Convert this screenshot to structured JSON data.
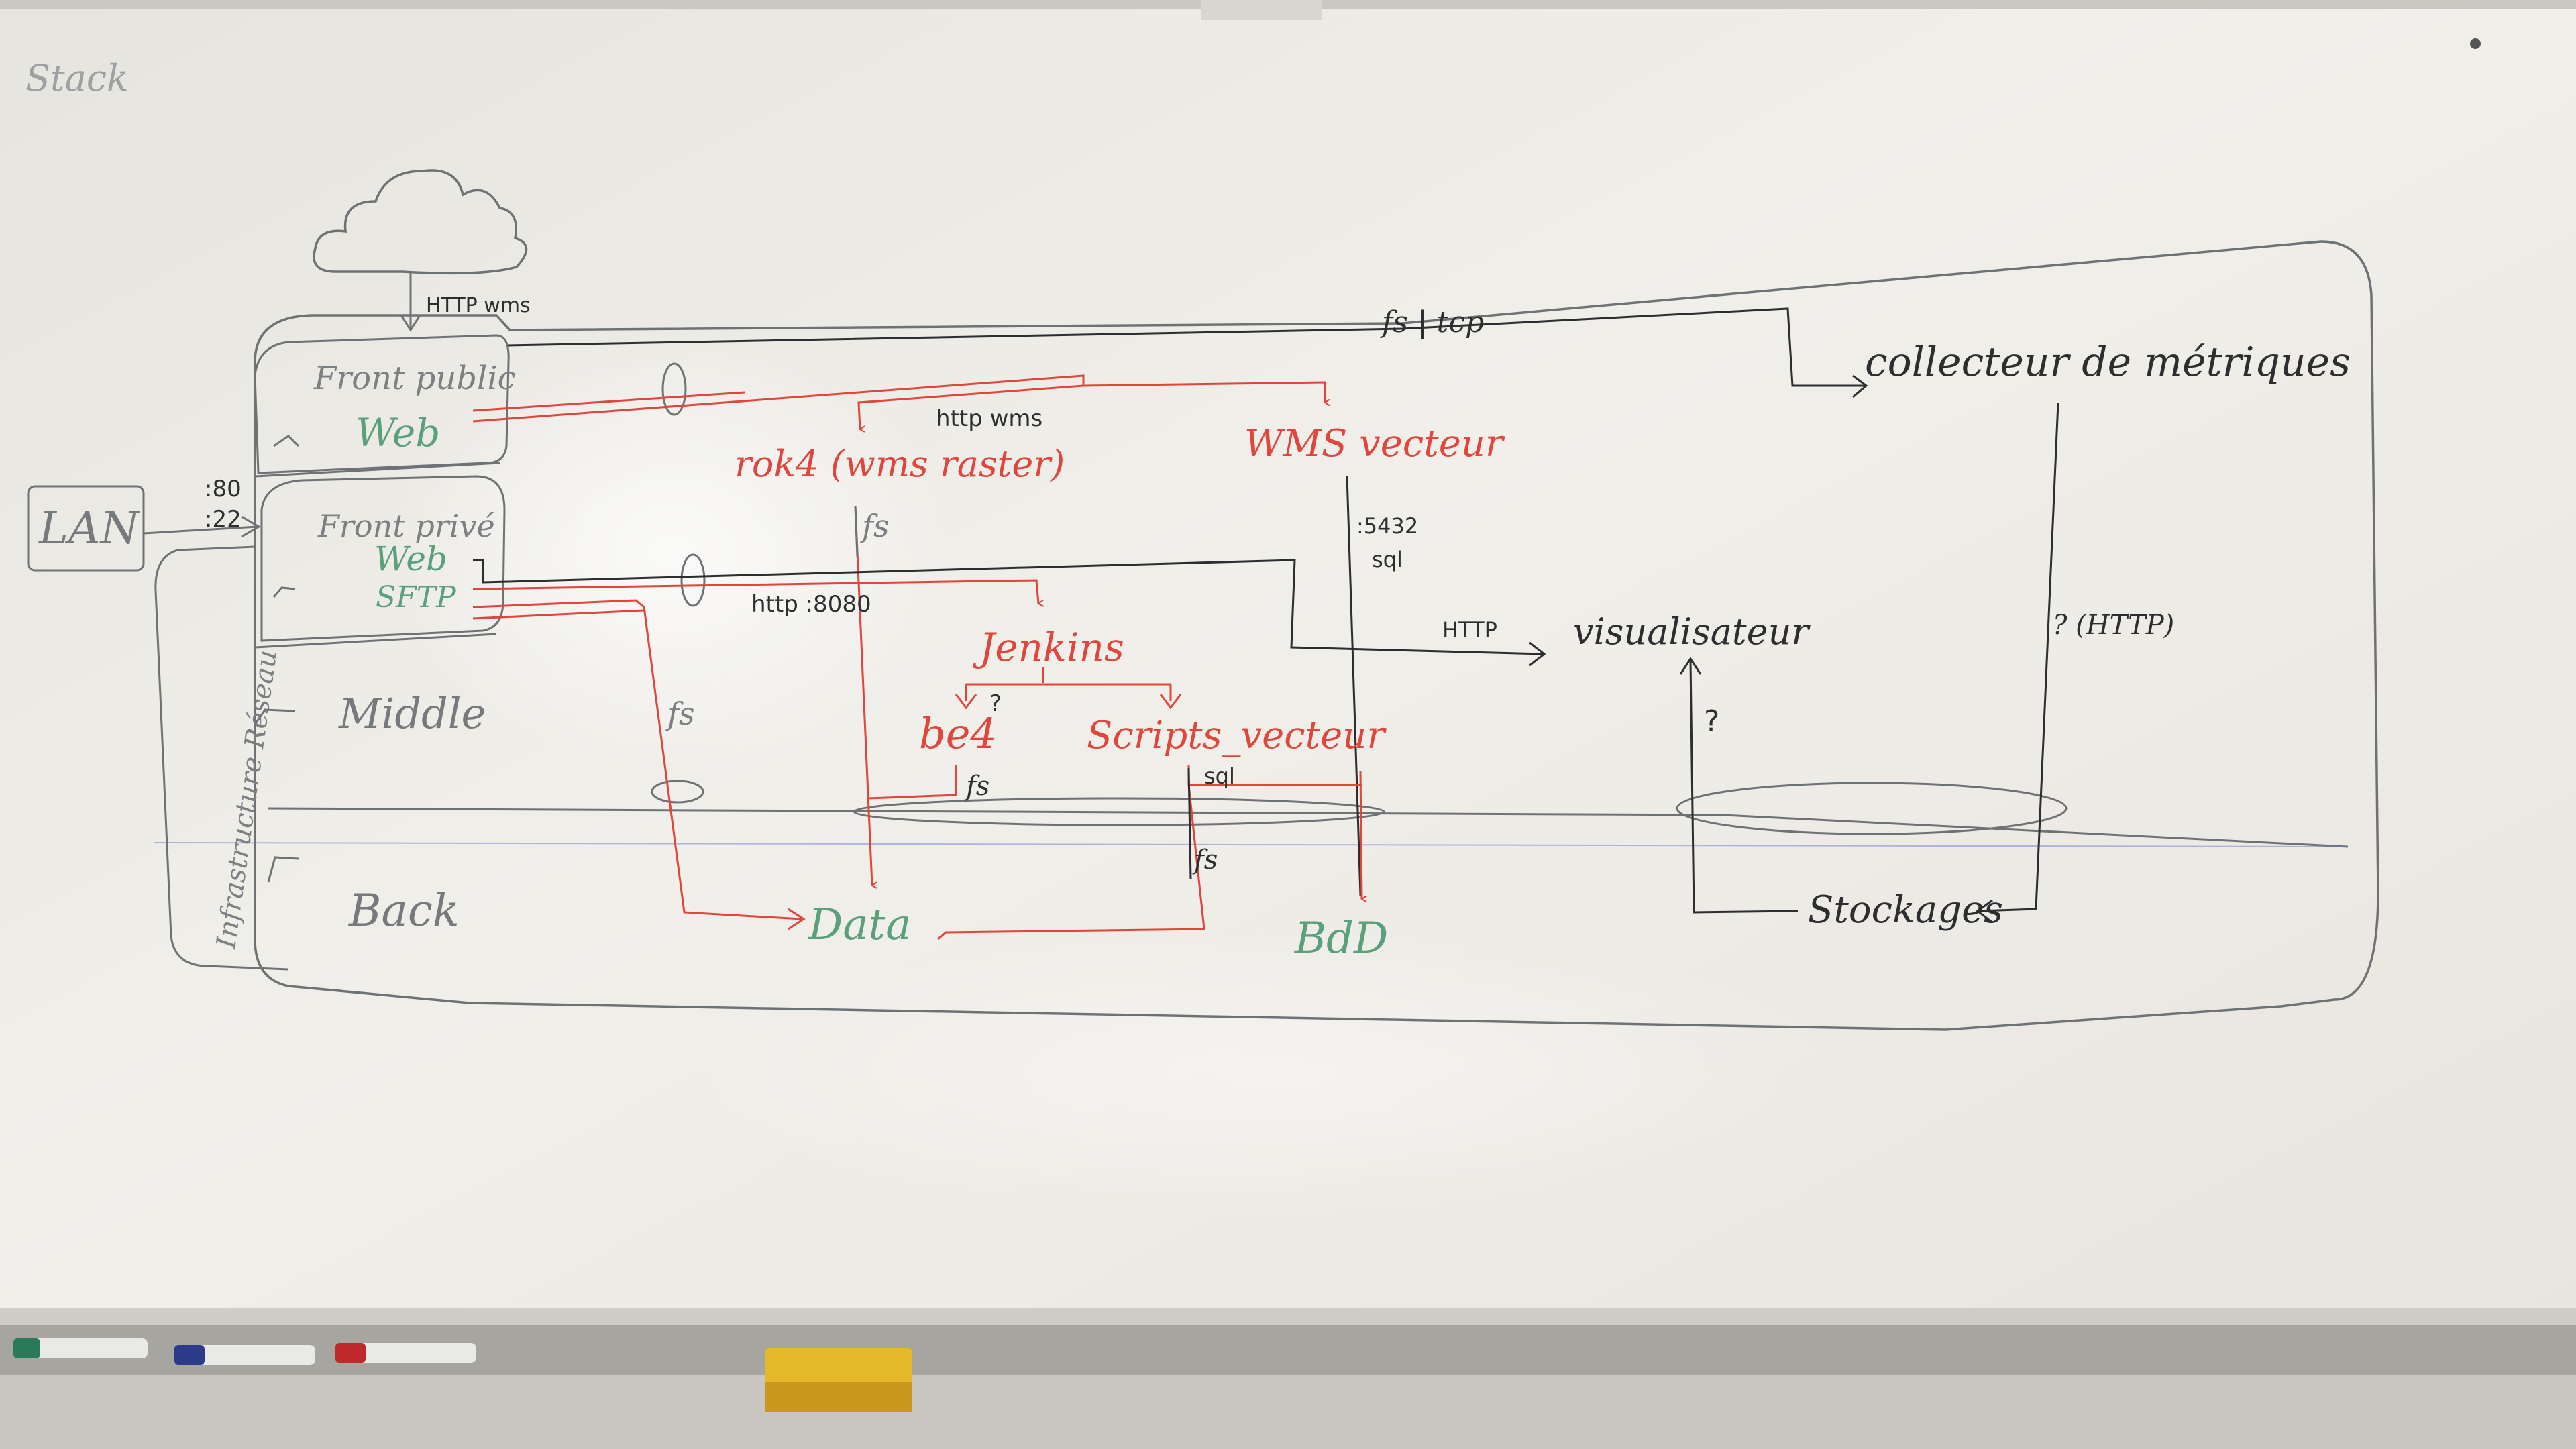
{
  "header": {
    "title": "Stack"
  },
  "colors": {
    "board": "#eeece6",
    "grey": "#6f7275",
    "green": "#5aa07a",
    "red": "#e0463c",
    "dark": "#2c2e30"
  },
  "zones": {
    "front_public": "Front public",
    "front_prive": "Front privé",
    "middle": "Middle",
    "back": "Back",
    "infra_label": "Infrastructure Réseau",
    "lan": "LAN"
  },
  "labels": {
    "web_public": "Web",
    "web_prive": "Web",
    "sftp": "SFTP",
    "http_wms_in": "HTTP wms",
    "port80": ":80",
    "port22": ":22",
    "fs_tcp": "fs | tcp",
    "collecteur": "collecteur de métriques",
    "http_wms": "http wms",
    "rok4": "rok4 (wms raster)",
    "wms_vecteur": "WMS vecteur",
    "port5432": ":5432",
    "sql1": "sql",
    "fs1": "fs",
    "http8080": "http :8080",
    "jenkins": "Jenkins",
    "http_vis": "HTTP",
    "visualisateur": "visualisateur",
    "q_http": "? (HTTP)",
    "fs2": "fs",
    "q1": "?",
    "be4": "be4",
    "scripts_vecteur": "Scripts_vecteur",
    "fs3": "fs",
    "sql2": "sql",
    "q2": "?",
    "fs4": "fs",
    "data": "Data",
    "bdd": "BdD",
    "stockages": "Stockages"
  }
}
